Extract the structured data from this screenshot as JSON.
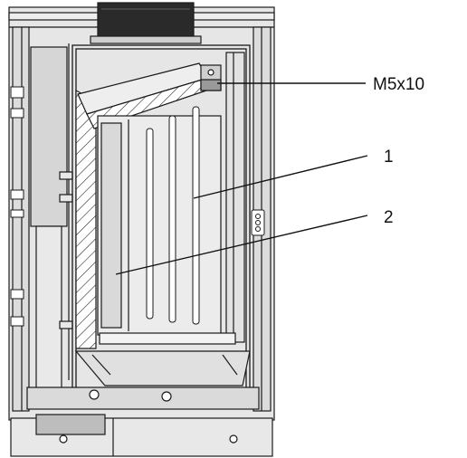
{
  "callouts": {
    "screw": "M5x10",
    "part_1": "1",
    "part_2": "2"
  },
  "colors": {
    "line": "#1a1a1a",
    "panel": "#e3e3e3",
    "panel_dark": "#b9b9b9",
    "panel_light": "#f2f2f2",
    "background": "#ffffff"
  }
}
